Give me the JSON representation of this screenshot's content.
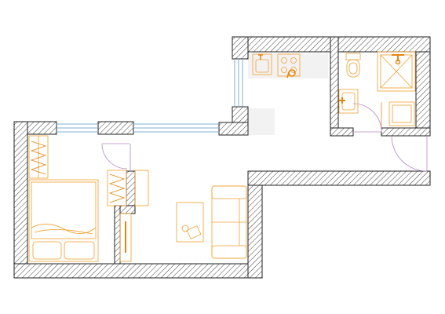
{
  "colors": {
    "background": "#ffffff",
    "wall_stroke": "#222222",
    "wall_hatch": "#444444",
    "furniture": "#f0a030",
    "fixture_accent": "#e8850f",
    "window": "#7fb2d6",
    "door_swing": "#b48bc8",
    "counter_fill": "#f2f2f2"
  },
  "rooms": [
    "bedroom",
    "living-room",
    "kitchen",
    "bathroom",
    "hallway"
  ],
  "furniture": [
    "wardrobe",
    "double-bed",
    "pillows",
    "sofa",
    "coffee-table",
    "chair",
    "sink",
    "cooktop",
    "toilet",
    "shower",
    "washbasin",
    "washing-machine",
    "shoe-cabinet"
  ]
}
